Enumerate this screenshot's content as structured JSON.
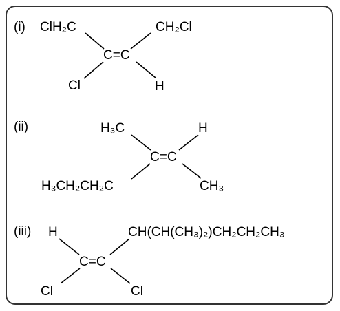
{
  "molecules": [
    {
      "label": "(i)",
      "center": "C=C",
      "top_left": "ClH₂C",
      "top_right": "CH₂Cl",
      "bottom_left": "Cl",
      "bottom_right": "H"
    },
    {
      "label": "(ii)",
      "center": "C=C",
      "top_left": "H₃C",
      "top_right": "H",
      "bottom_left": "H₃CH₂CH₂C",
      "bottom_right": "CH₃"
    },
    {
      "label": "(iii)",
      "center": "C=C",
      "top_left": "H",
      "top_right": "CH(CH(CH₃)₂)CH₂CH₂CH₃",
      "bottom_left": "Cl",
      "bottom_right": "Cl"
    }
  ]
}
